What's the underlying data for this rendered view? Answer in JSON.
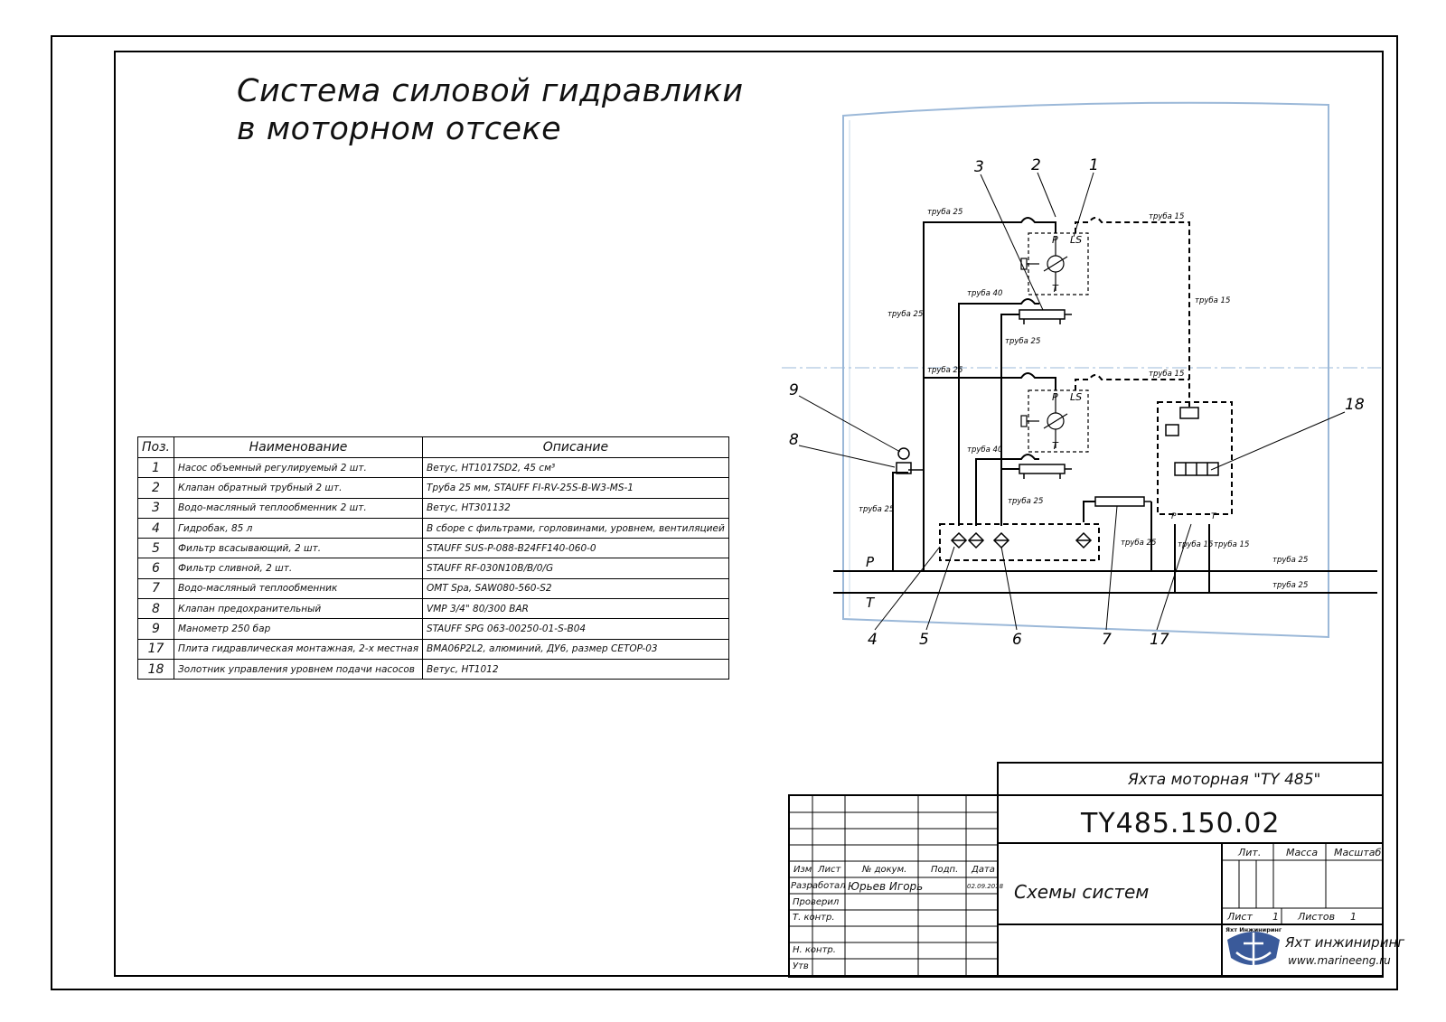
{
  "title": {
    "line1": "Система силовой гидравлики",
    "line2": "в моторном отсеке"
  },
  "spec_table": {
    "headers": [
      "Поз.",
      "Наименование",
      "Описание"
    ],
    "rows": [
      {
        "pos": "1",
        "name": "Насос объемный регулируемый 2 шт.",
        "desc": "Ветус, HT1017SD2, 45 см³"
      },
      {
        "pos": "2",
        "name": "Клапан обратный трубный 2 шт.",
        "desc": "Труба 25 мм, STAUFF FI-RV-25S-B-W3-MS-1"
      },
      {
        "pos": "3",
        "name": "Водо-масляный теплообменник 2 шт.",
        "desc": "Ветус, HT301132"
      },
      {
        "pos": "4",
        "name": "Гидробак, 85 л",
        "desc": "В сборе с фильтрами, горловинами, уровнем, вентиляцией"
      },
      {
        "pos": "5",
        "name": "Фильтр всасывающий, 2 шт.",
        "desc": "STAUFF SUS-P-088-B24FF140-060-0"
      },
      {
        "pos": "6",
        "name": "Фильтр сливной, 2 шт.",
        "desc": "STAUFF RF-030N10B/B/0/G"
      },
      {
        "pos": "7",
        "name": "Водо-масляный теплообменник",
        "desc": "OMT Spa, SAW080-560-S2"
      },
      {
        "pos": "8",
        "name": "Клапан предохранительный",
        "desc": "VMP 3/4\" 80/300 BAR"
      },
      {
        "pos": "9",
        "name": "Манометр 250 бар",
        "desc": "STAUFF SPG 063-00250-01-S-B04"
      },
      {
        "pos": "17",
        "name": "Плита гидравлическая монтажная, 2-х местная",
        "desc": "BMA06P2L2, алюминий, ДУ6, размер CETOP-03"
      },
      {
        "pos": "18",
        "name": "Золотник управления уровнем подачи насосов",
        "desc": "Ветус, HT1012"
      }
    ]
  },
  "scheme": {
    "pipes": {
      "p25": "труба 25",
      "p15": "труба 15",
      "p40": "труба 40"
    },
    "lines": {
      "pressure": "P",
      "tank": "T"
    },
    "ports": {
      "p": "P",
      "ls": "LS",
      "t": "T"
    },
    "callouts": [
      "1",
      "2",
      "3",
      "4",
      "5",
      "6",
      "7",
      "8",
      "9",
      "17",
      "18"
    ]
  },
  "stamp": {
    "object": "Яхта моторная \"TY 485\"",
    "doc_code": "TY485.150.02",
    "doc_title": "Схемы систем",
    "cols": {
      "izm": "Изм",
      "list": "Лист",
      "doc_no": "№ докум.",
      "sign": "Подп.",
      "date": "Дата"
    },
    "roles": {
      "developer": "Разработал",
      "checker": "Проверил",
      "tcontrol": "Т. контр.",
      "ncontrol": "Н. контр.",
      "approved": "Утв"
    },
    "developer_name": "Юрьев Игорь",
    "developer_date": "02.09.2018",
    "lit": "Лит.",
    "mass": "Масса",
    "scale": "Масштаб",
    "sheet_label": "Лист",
    "sheet_value": "1",
    "sheets_label": "Листов",
    "sheets_value": "1",
    "company": "Яхт инжиниринг",
    "website": "www.marineeng.ru",
    "logo_text": "Яхт Инжиниринг"
  }
}
